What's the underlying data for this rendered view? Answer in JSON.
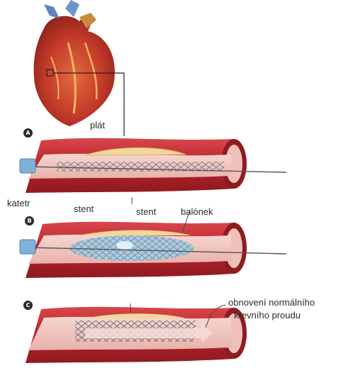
{
  "labels": {
    "plaque": "plát",
    "catheter": "katetr",
    "stent_left": "stent",
    "stent_mid": "stent",
    "balloon": "balónek",
    "restored_line1": "obnovení normálního",
    "restored_line2": "krevního proudu"
  },
  "steps": [
    "A",
    "B",
    "C"
  ],
  "colors": {
    "artery_wall": "#b8222a",
    "artery_light": "#e2575a",
    "lumen": "#f3c9c3",
    "plaque": "#f1d79a",
    "stent": "#9aa0a8",
    "balloon": "#a9cde3",
    "catheter_tip": "#7fb0d8"
  },
  "icons": {
    "heart": "heart-illustration",
    "arrow": "blood-flow-arrow"
  }
}
